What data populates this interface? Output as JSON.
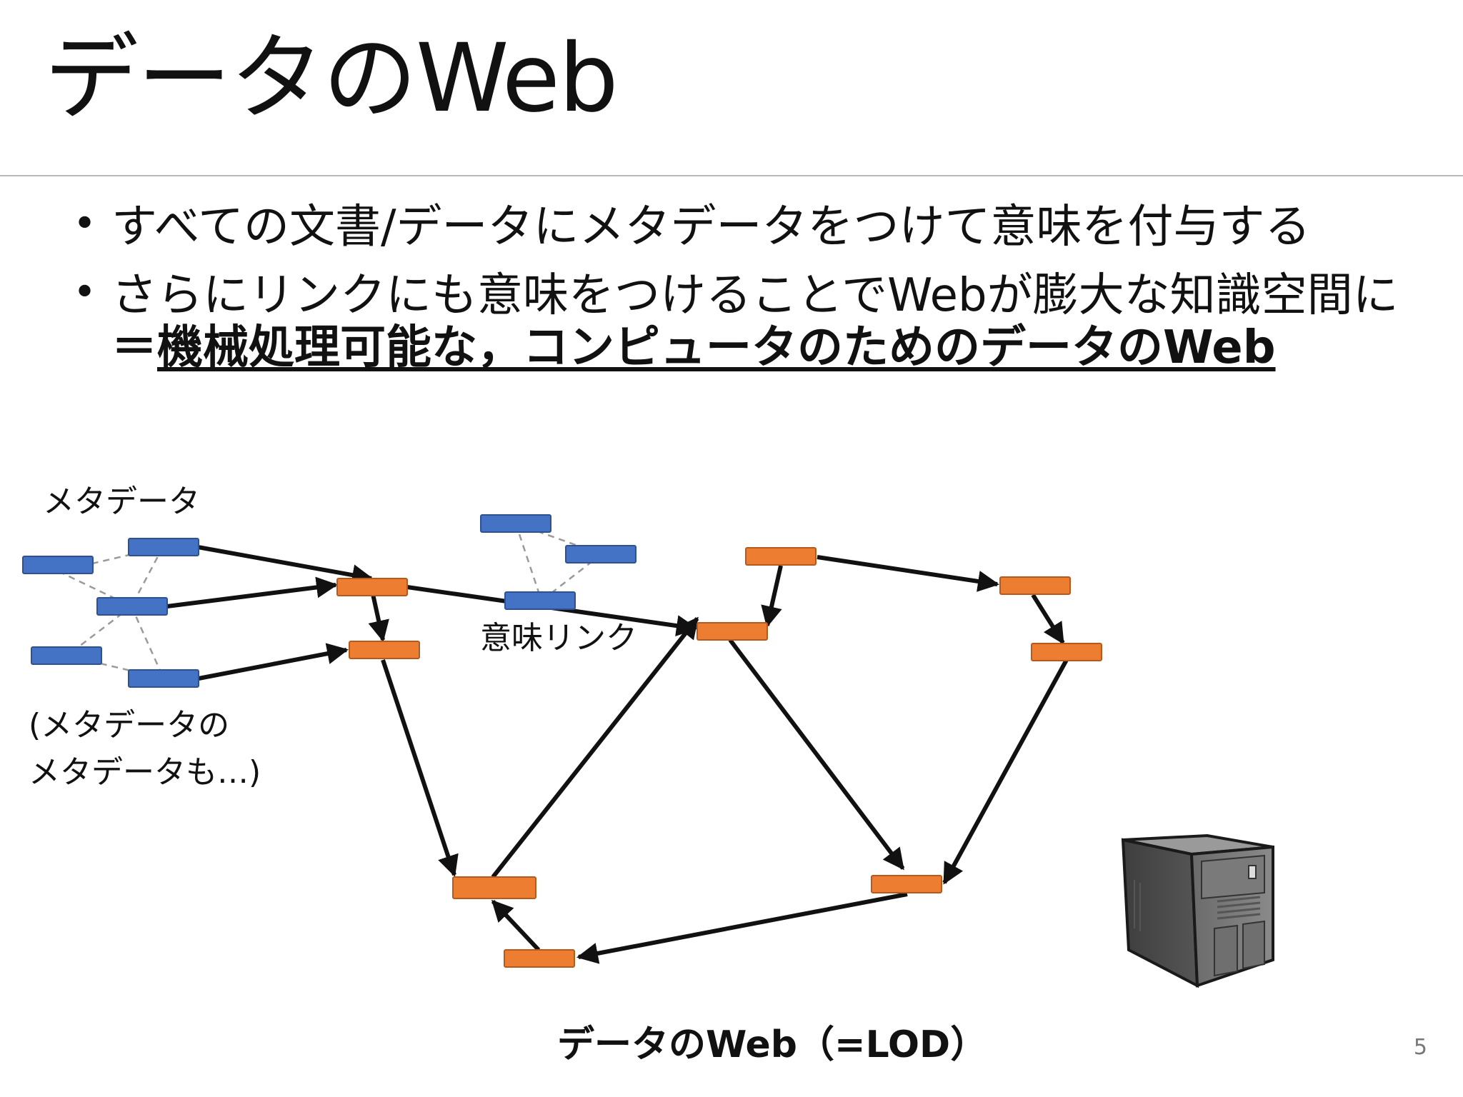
{
  "slide": {
    "title": "データのWeb",
    "bullets": [
      {
        "text": "すべての文書/データにメタデータをつけて意味を付与する"
      },
      {
        "text": "さらにリンクにも意味をつけることでWebが膨大な知識空間に",
        "sub_prefix": "＝",
        "sub_emphasis": "機械処理可能な，コンピュータのためのデータのWeb"
      }
    ],
    "page_number": "5"
  },
  "diagram": {
    "labels": {
      "metadata": "メタデータ",
      "meta_of_meta_line1": "(メタデータの",
      "meta_of_meta_line2": "メタデータも…)",
      "semantic_link": "意味リンク",
      "caption": "データのWeb（=LOD）"
    },
    "colors": {
      "metadata_node": "#4472C4",
      "data_node": "#ED7D31",
      "edge": "#111111",
      "dashed": "#9a9a9a"
    },
    "icons": {
      "server": "server-tower-icon"
    }
  }
}
